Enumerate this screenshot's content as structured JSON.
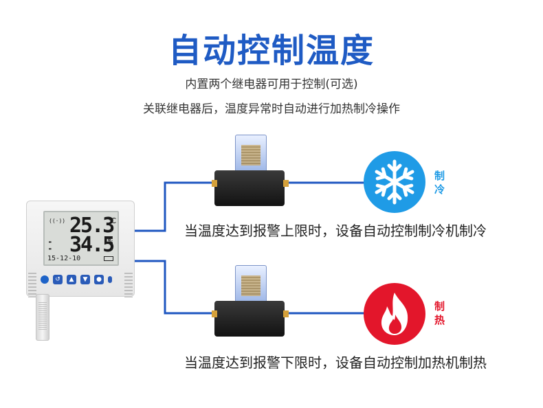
{
  "title": "自动控制温度",
  "subtitle1": "内置两个继电器可用于控制(可选)",
  "subtitle2": "关联继电器后，温度异常时自动进行加热制冷操作",
  "device": {
    "temperature": "25.3",
    "temp_unit": "℃",
    "humidity": "34.5",
    "humidity_unit": "%",
    "date": "15-12-10"
  },
  "cooling": {
    "label": "制冷",
    "label_top": "制",
    "label_bottom": "冷",
    "description": "当温度达到报警上限时，设备自动控制制冷机制冷",
    "color": "#1f9be6",
    "icon": "snowflake-icon"
  },
  "heating": {
    "label": "制热",
    "label_top": "制",
    "label_bottom": "热",
    "description": "当温度达到报警下限时，设备自动控制加热机制热",
    "color": "#e3162b",
    "icon": "flame-icon"
  },
  "colors": {
    "title": "#1f5bc4",
    "wire": "#1e56c0"
  }
}
